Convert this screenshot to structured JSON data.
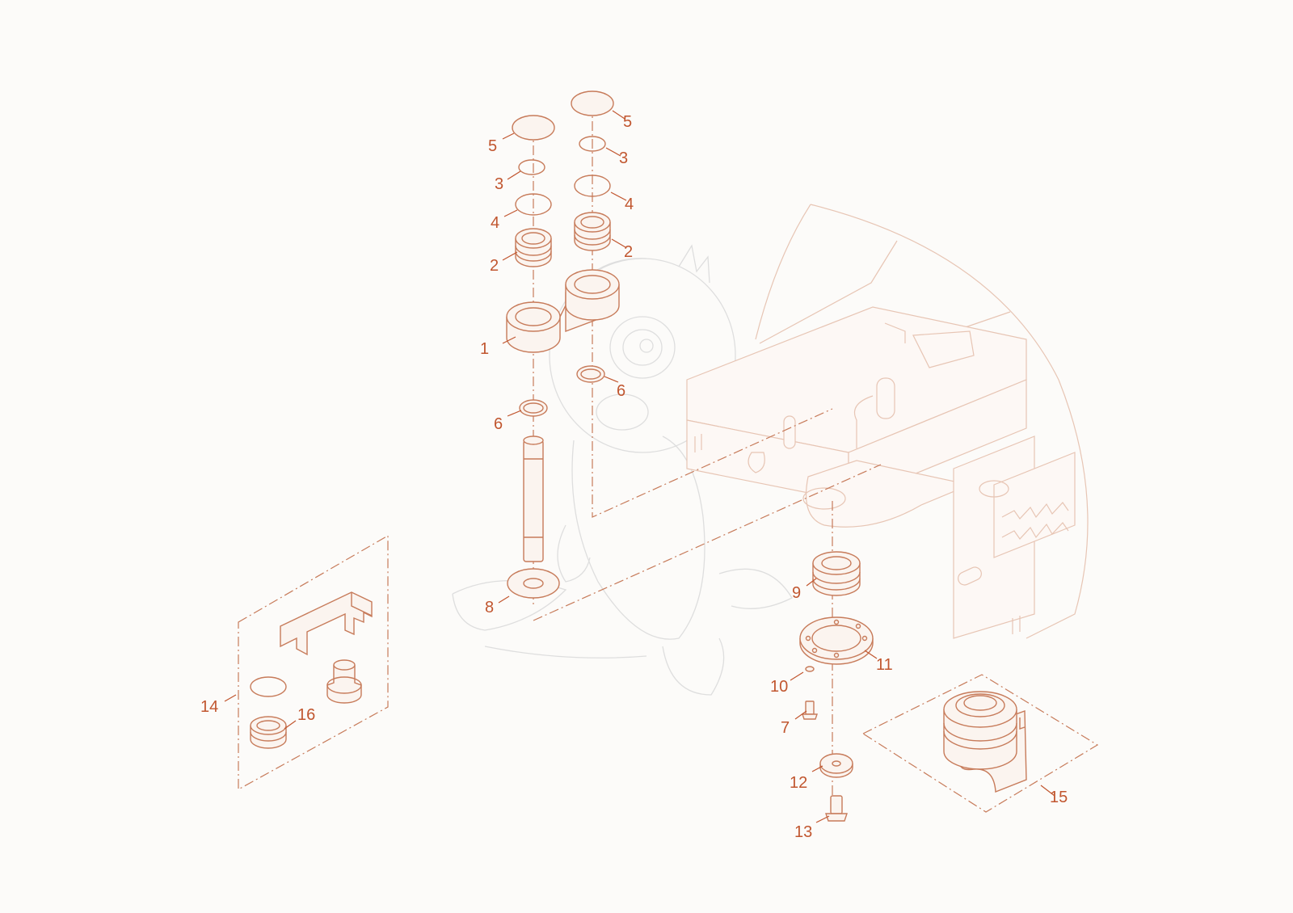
{
  "colors": {
    "background": "#fcfbf9",
    "accent": "#c1562f",
    "line": "#c77b5a",
    "faded": "#e7c5b4",
    "watermark": "#dcdcdc"
  },
  "callouts": [
    "1",
    "2",
    "3",
    "4",
    "5",
    "6",
    "7",
    "8",
    "9",
    "10",
    "11",
    "12",
    "13",
    "14",
    "15",
    "16"
  ]
}
